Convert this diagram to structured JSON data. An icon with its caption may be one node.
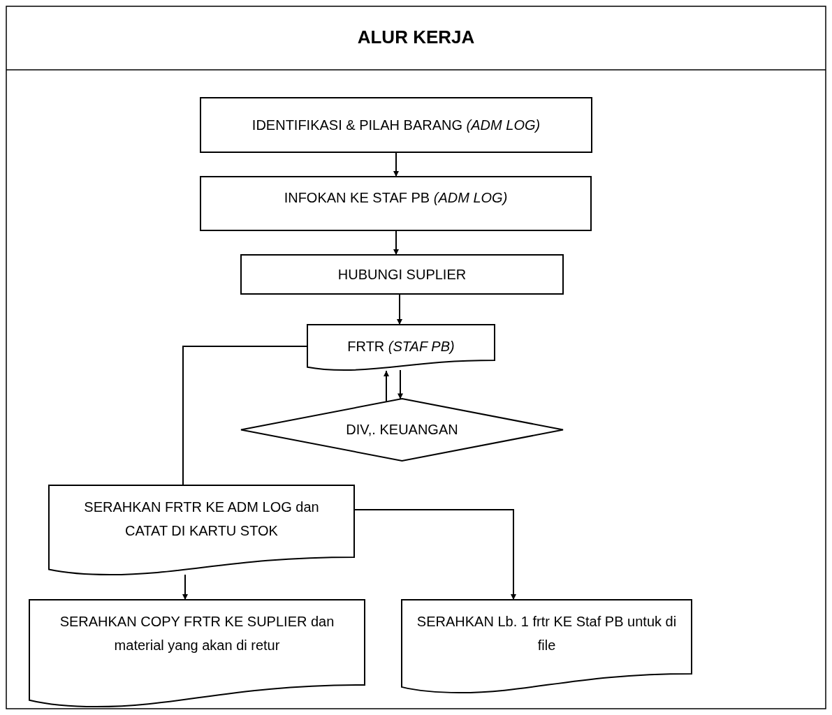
{
  "diagram": {
    "title": "ALUR KERJA",
    "nodes": [
      {
        "text": [
          "IDENTIFIKASI & PILAH BARANG *(ADM LOG)*"
        ]
      },
      {
        "text": [
          "INFOKAN KE STAF PB *(ADM LOG)*"
        ]
      },
      {
        "text": [
          "HUBUNGI SUPLIER"
        ]
      },
      {
        "text": [
          "FRTR *(STAF PB)*"
        ]
      },
      {
        "text": [
          "DIV,. KEUANGAN"
        ]
      },
      {
        "text": [
          "SERAHKAN FRTR KE ADM LOG dan CATAT DI KARTU STOK"
        ]
      },
      {
        "text": [
          "SERAHKAN COPY FRTR KE SUPLIER dan material yang akan di retur"
        ]
      },
      {
        "text": [
          "SERAHKAN Lb. 1 frtr KE Staf PB untuk di file"
        ]
      }
    ],
    "edges": [
      {
        "from": 0,
        "to": 1,
        "arrow": "to"
      },
      {
        "from": 1,
        "to": 2,
        "arrow": "to"
      },
      {
        "from": 2,
        "to": 3,
        "arrow": "to"
      },
      {
        "from": 3,
        "to": 4,
        "arrow": "to"
      },
      {
        "from": 4,
        "to": 3,
        "arrow": "to"
      },
      {
        "from": 3,
        "to": 5,
        "arrow": "none"
      },
      {
        "from": 5,
        "to": 6,
        "arrow": "to"
      },
      {
        "from": 5,
        "to": 7,
        "arrow": "to"
      }
    ]
  }
}
